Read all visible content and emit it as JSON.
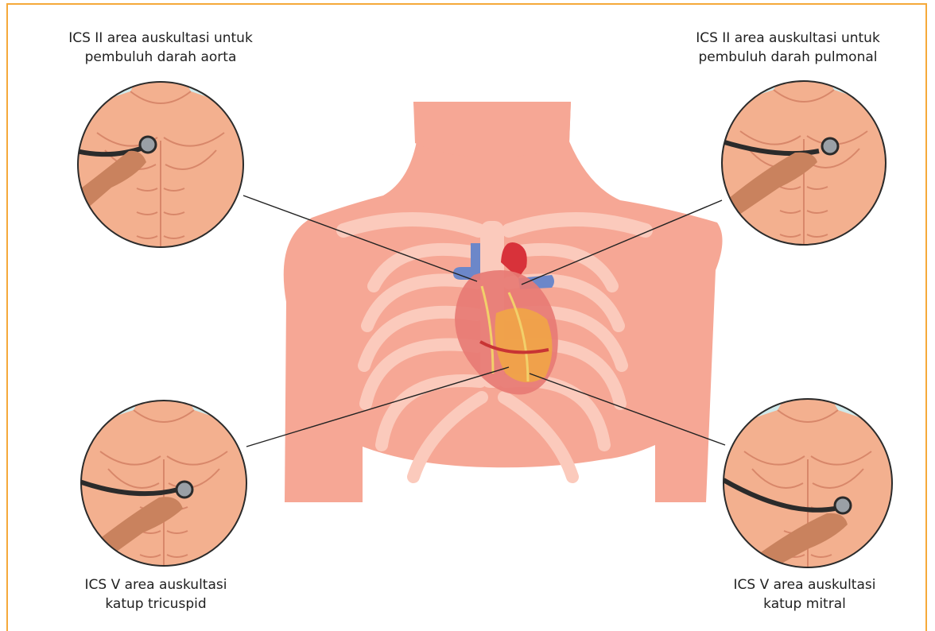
{
  "labels": {
    "top_left": {
      "line1": "ICS II area auskultasi untuk",
      "line2": "pembuluh darah aorta"
    },
    "top_right": {
      "line1": "ICS II area auskultasi untuk",
      "line2": "pembuluh darah pulmonal"
    },
    "bottom_left": {
      "line1": "ICS V area auskultasi",
      "line2": "katup tricuspid"
    },
    "bottom_right": {
      "line1": "ICS V area auskultasi",
      "line2": "katup mitral"
    }
  },
  "colors": {
    "frame": "#f5a93a",
    "skin": "#f6a795",
    "rib": "#fbcabc",
    "vein": "#6c87c9",
    "artery": "#d8323a",
    "pointer_line": "#222222",
    "circle_bg": "#cfe9ea"
  },
  "icons": [
    "torso-illustration",
    "heart-illustration",
    "stethoscope-icon",
    "hand-icon"
  ]
}
